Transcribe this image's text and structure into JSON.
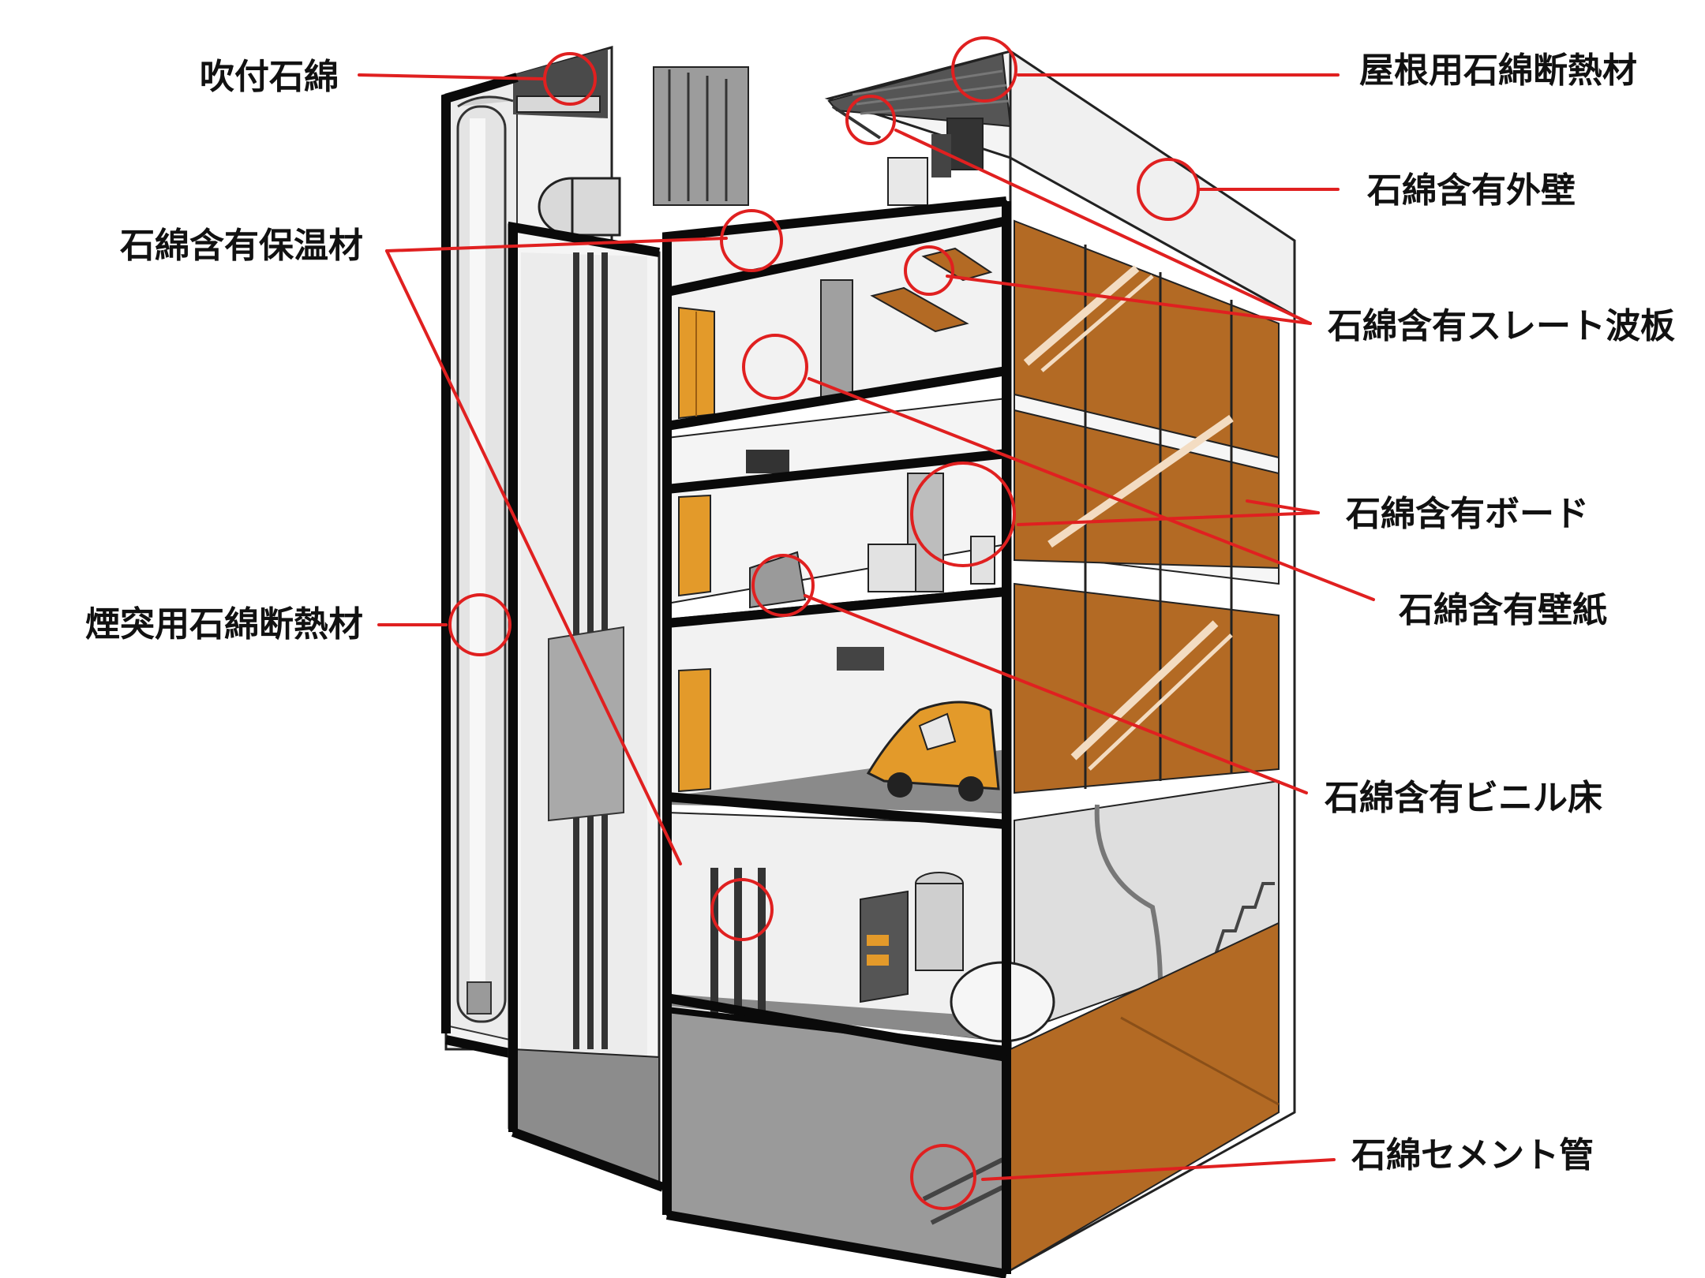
{
  "colors": {
    "marker": "#e02020",
    "wood": "#b36a24",
    "door": "#e39a2a",
    "outline": "#0a0a0a"
  },
  "labels": {
    "spray": "吹付石綿",
    "pipe_insulation": "石綿含有保温材",
    "chimney_insulation": "煙突用石綿断熱材",
    "roof_insulation": "屋根用石綿断熱材",
    "exterior_wall": "石綿含有外壁",
    "slate": "石綿含有スレート波板",
    "board": "石綿含有ボード",
    "wallpaper": "石綿含有壁紙",
    "vinyl_floor": "石綿含有ビニル床",
    "cement_pipe": "石綿セメント管"
  }
}
